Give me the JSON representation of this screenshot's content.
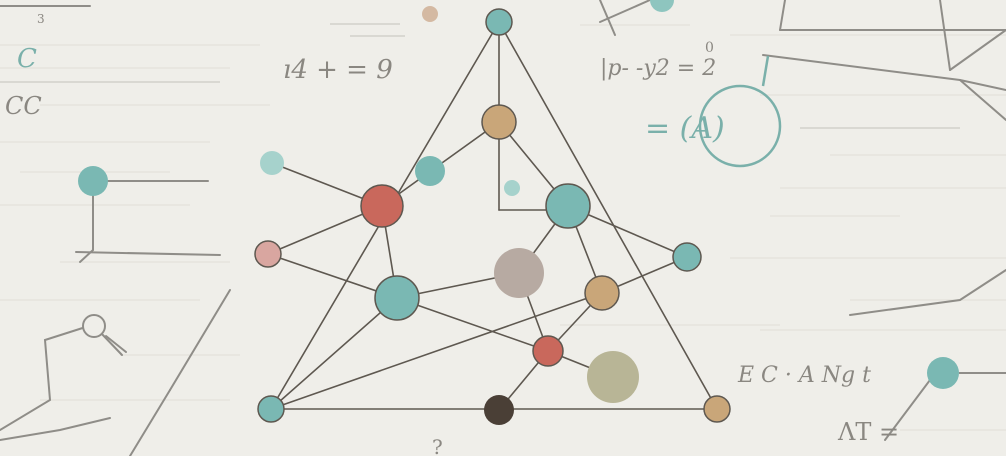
{
  "scene": {
    "kind": "illustration",
    "colors": {
      "background": "#efeee9",
      "edge": "#5e5850",
      "teal": "#7ab8b3",
      "terracotta": "#c9685c",
      "tan": "#c9a679",
      "pink": "#d9a6a0",
      "taupe": "#b7aaa2",
      "olive": "#b8b596",
      "dark": "#4a3f36"
    },
    "handwriting": [
      "C",
      "CC",
      "3",
      "ı4 + = 9",
      "|p- -y2 = 2",
      "0",
      "= (A)",
      "E C · A Ng t",
      "ΛT =",
      "?"
    ]
  }
}
